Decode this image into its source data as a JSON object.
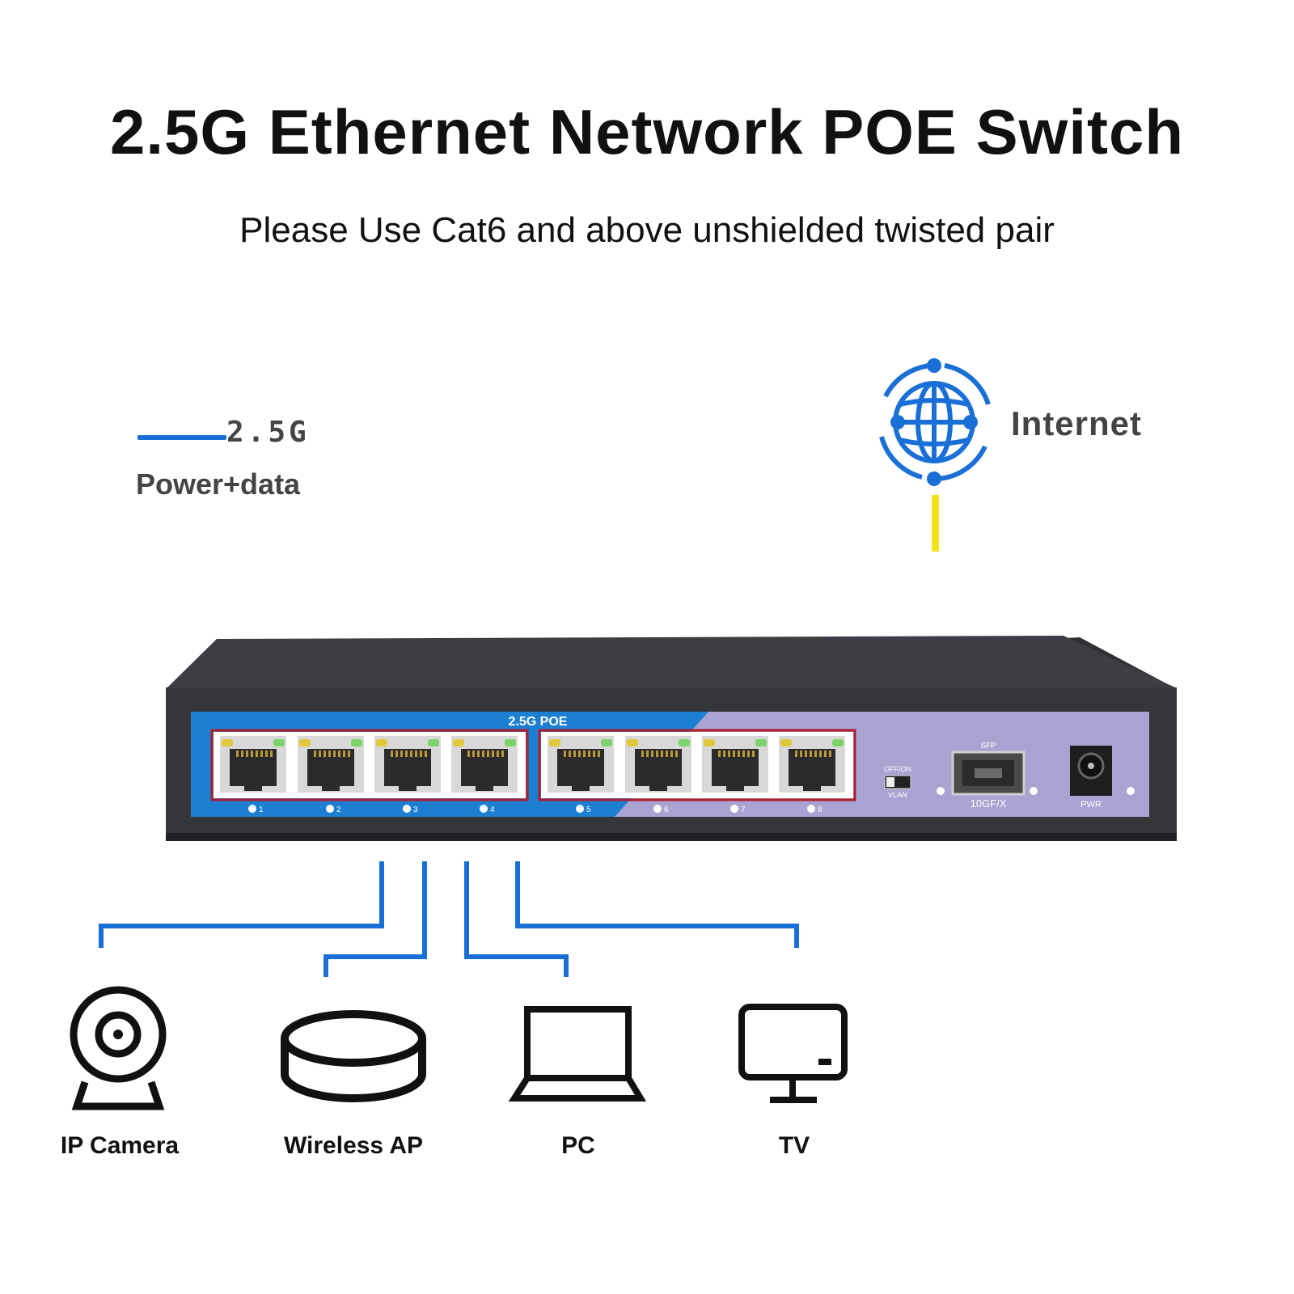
{
  "title": "2.5G Ethernet Network POE Switch",
  "subtitle": "Please Use Cat6 and above unshielded twisted pair",
  "legend": {
    "speed": "2.5G",
    "description": "Power+data"
  },
  "internet": {
    "label": "Internet",
    "icon": "globe-icon"
  },
  "switch": {
    "poe_label": "2.5G POE",
    "ports": [
      "1",
      "2",
      "3",
      "4",
      "5",
      "6",
      "7",
      "8"
    ],
    "vlan_top": "OFF/ON",
    "vlan_bottom": "VLAN",
    "sfp_top": "SFP",
    "sfp_bottom": "10GF/X",
    "pwr": "PWR"
  },
  "devices": [
    {
      "label": "IP Camera",
      "icon": "ip-camera-icon"
    },
    {
      "label": "Wireless AP",
      "icon": "wireless-ap-icon"
    },
    {
      "label": "PC",
      "icon": "laptop-icon"
    },
    {
      "label": "TV",
      "icon": "monitor-icon"
    }
  ],
  "colors": {
    "link_blue": "#1a6fd6",
    "uplink_yellow": "#f2e21a",
    "panel_blue": "#1c7fd1",
    "panel_purple": "#a9a3d2",
    "chassis": "#3b3d42"
  }
}
